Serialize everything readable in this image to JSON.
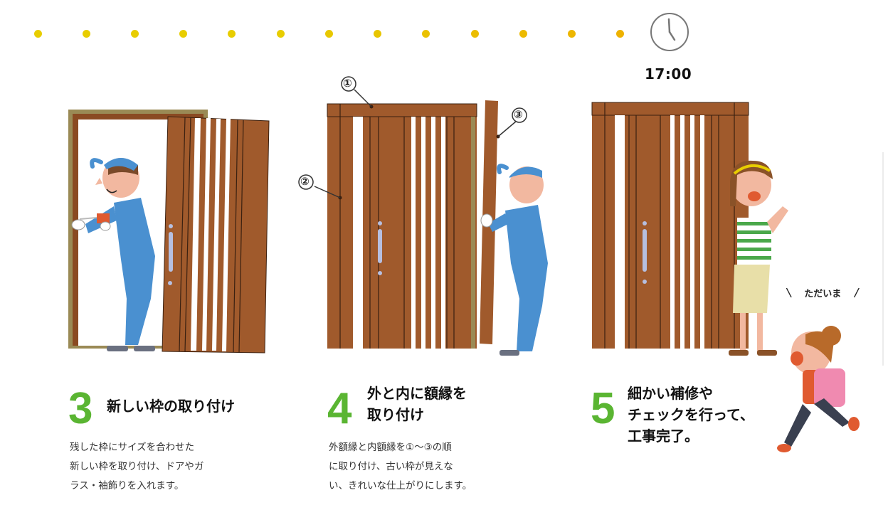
{
  "timeline": {
    "dot_colors": [
      "#e8cd00",
      "#e8cd00",
      "#e8cd00",
      "#e8cd00",
      "#e8cd00",
      "#e8cd00",
      "#e8c800",
      "#e8c500",
      "#eac100",
      "#ebbd00",
      "#ecba00",
      "#edb600",
      "#eeb200"
    ],
    "time_label": "17:00",
    "clock_icon": "clock-icon"
  },
  "colors": {
    "step_number": "#5ab532",
    "door_wood": "#a05a2c",
    "door_line": "#3a2010",
    "glass": "#ffffff",
    "old_frame": "#9a8a55",
    "worker_blue": "#4a90d0"
  },
  "steps": [
    {
      "number": "3",
      "title_lines": [
        "新しい枠の取り付け"
      ],
      "desc_lines": [
        "残した枠にサイズを合わせた",
        "新しい枠を取り付け、ドアやガ",
        "ラス・袖飾りを入れます。"
      ]
    },
    {
      "number": "4",
      "title_lines": [
        "外と内に額縁を",
        "取り付け"
      ],
      "desc_lines": [
        "外額縁と内額縁を①～③の順",
        "に取り付け、古い枠が見えな",
        "い、きれいな仕上がりにします。"
      ]
    },
    {
      "number": "5",
      "title_lines": [
        "細かい補修や",
        "チェックを行って、",
        "工事完了。"
      ],
      "desc_lines": []
    }
  ],
  "illustration": {
    "markers": [
      "①",
      "②",
      "③"
    ],
    "speech": "ただいま",
    "speech_left": "\\",
    "speech_right": "/"
  }
}
